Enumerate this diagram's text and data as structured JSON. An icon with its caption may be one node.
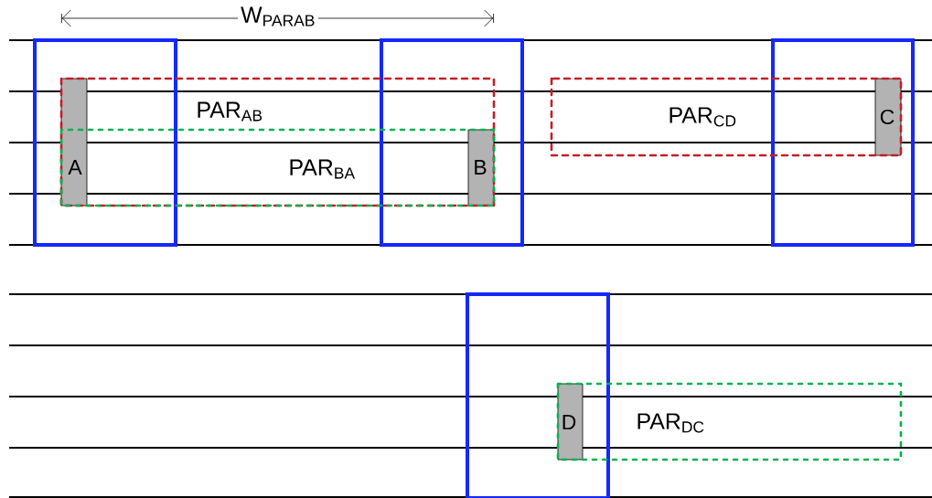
{
  "diagram": {
    "nodes": [
      {
        "text": [],
        "shape": "box"
      },
      {
        "text": [
          "A"
        ]
      },
      {
        "text": [
          "PAR$_{AB}$"
        ]
      },
      {
        "text": [
          "PAR$_{BA}$"
        ],
        "in": 2
      },
      {
        "text": [],
        "shape": "box"
      },
      {
        "text": [
          "B"
        ]
      },
      {
        "text": [
          "PAR$_{CD}$"
        ]
      },
      {
        "text": [],
        "shape": "box"
      },
      {
        "text": [
          "C"
        ]
      },
      {
        "text": [],
        "shape": "box"
      },
      {
        "text": [
          "D"
        ]
      },
      {
        "text": [
          "PAR$_{DC}$"
        ]
      }
    ],
    "labels": [
      "W$_{PARAB}$"
    ]
  }
}
